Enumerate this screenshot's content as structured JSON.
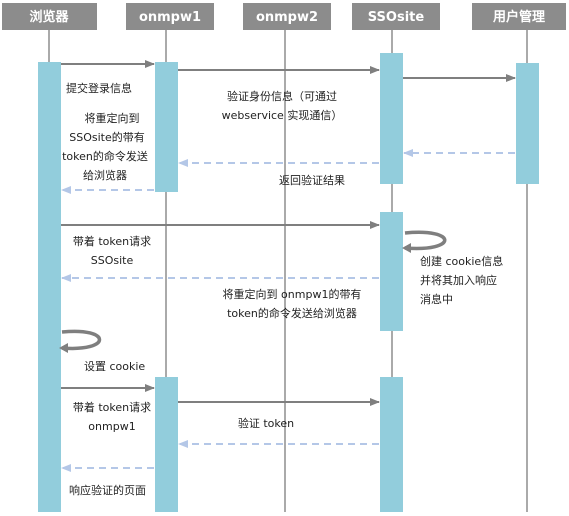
{
  "actors": [
    "浏览器",
    "onmpw1",
    "onmpw2",
    "SSOsite",
    "用户管理"
  ],
  "messages": {
    "m1": "提交登录信息",
    "m2": [
      "将重定向到",
      "SSOsite的带有",
      "token的命令发送",
      "给浏览器"
    ],
    "m3": [
      "验证身份信息（可通过",
      "webservice 实现通信）"
    ],
    "m4": "返回验证结果",
    "m5": [
      "带着 token请求",
      "SSOsite"
    ],
    "m6": [
      "创建 cookie信息",
      "并将其加入响应",
      "消息中"
    ],
    "m7": [
      "将重定向到 onmpw1的带有",
      "token的命令发送给浏览器"
    ],
    "m8": "设置 cookie",
    "m9": [
      "带着 token请求",
      "onmpw1"
    ],
    "m10": "验证 token",
    "m11": "响应验证的页面"
  },
  "colors": {
    "actor_fill": "#8c8c8c",
    "activation_fill": "#92cddc",
    "arrow_solid": "#7f7f7f",
    "arrow_dashed": "#b4c7e7",
    "lifeline": "#555555"
  }
}
